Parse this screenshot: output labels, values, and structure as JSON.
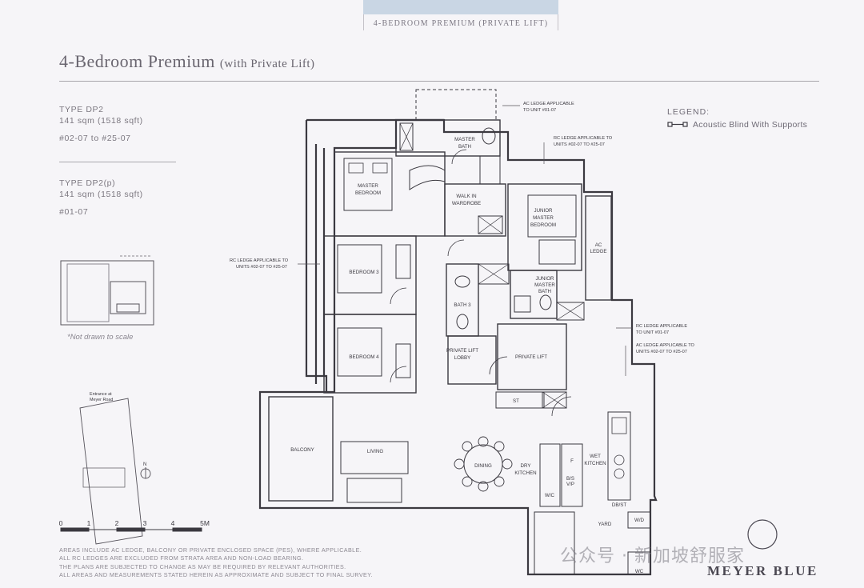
{
  "header": {
    "tab_label": "4-BEDROOM PREMIUM (PRIVATE LIFT)",
    "title": "4-Bedroom Premium",
    "title_sub": "(with Private Lift)"
  },
  "types": [
    {
      "name": "TYPE DP2",
      "area": "141 sqm (1518 sqft)",
      "units": "#02-07 to #25-07"
    },
    {
      "name": "TYPE DP2(p)",
      "area": "141 sqm (1518 sqft)",
      "units": "#01-07"
    }
  ],
  "legend": {
    "title": "LEGEND:",
    "item": "Acoustic Blind With Supports"
  },
  "not_to_scale": "*Not drawn to scale",
  "keyplan": {
    "entrance": "Entrance at Meyer Road",
    "north": "N"
  },
  "scale_bar": {
    "ticks": [
      "0",
      "1",
      "2",
      "3",
      "4",
      "5M"
    ]
  },
  "rooms": {
    "master_bedroom": "MASTER BEDROOM",
    "master_bath": "MASTER BATH",
    "walk_in_wardrobe": "WALK IN WARDROBE",
    "junior_master_bedroom": "JUNIOR MASTER BEDROOM",
    "junior_master_bath": "JUNIOR MASTER BATH",
    "bedroom_3": "BEDROOM 3",
    "bedroom_4": "BEDROOM 4",
    "bath_3": "BATH 3",
    "private_lift_lobby": "PRIVATE LIFT LOBBY",
    "private_lift": "PRIVATE LIFT",
    "ac_ledge": "AC LEDGE",
    "balcony": "BALCONY",
    "living": "LIVING",
    "dining": "DINING",
    "dry_kitchen": "DRY KITCHEN",
    "wet_kitchen": "WET KITCHEN",
    "yard": "YARD",
    "wc": "WC",
    "wd": "W/D",
    "st": "ST",
    "fridge": "F",
    "bsp": "B/S V/P",
    "dst": "DB/ST",
    "wc2": "W/C"
  },
  "annotations": {
    "ac_ledge_top": "AC LEDGE APPLICABLE TO UNIT #01-07",
    "rc_ledge_top": "RC LEDGE APPLICABLE TO UNITS #02-07 TO #25-07",
    "rc_ledge_left": "RC LEDGE APPLICABLE TO UNITS #02-07 TO #25-07",
    "rc_ledge_right1": "RC LEDGE APPLICABLE TO UNIT #01-07",
    "ac_ledge_right2": "AC LEDGE APPLICABLE TO UNITS #02-07 TO #25-07"
  },
  "notes": [
    "AREAS INCLUDE AC LEDGE, BALCONY OR PRIVATE ENCLOSED SPACE (PES), WHERE APPLICABLE.",
    "ALL RC LEDGES ARE EXCLUDED FROM STRATA AREA AND NON-LOAD BEARING.",
    "THE PLANS ARE SUBJECTED TO CHANGE AS MAY BE REQUIRED BY RELEVANT AUTHORITIES.",
    "ALL AREAS AND MEASUREMENTS STATED HEREIN AS APPROXIMATE AND SUBJECT TO FINAL SURVEY."
  ],
  "brand": "MEYER BLUE",
  "watermark": "公众号 · 新加坡舒服家",
  "colors": {
    "tab": "#c9d6e4",
    "wall": "#3b3940",
    "text": "#6f6b76"
  }
}
